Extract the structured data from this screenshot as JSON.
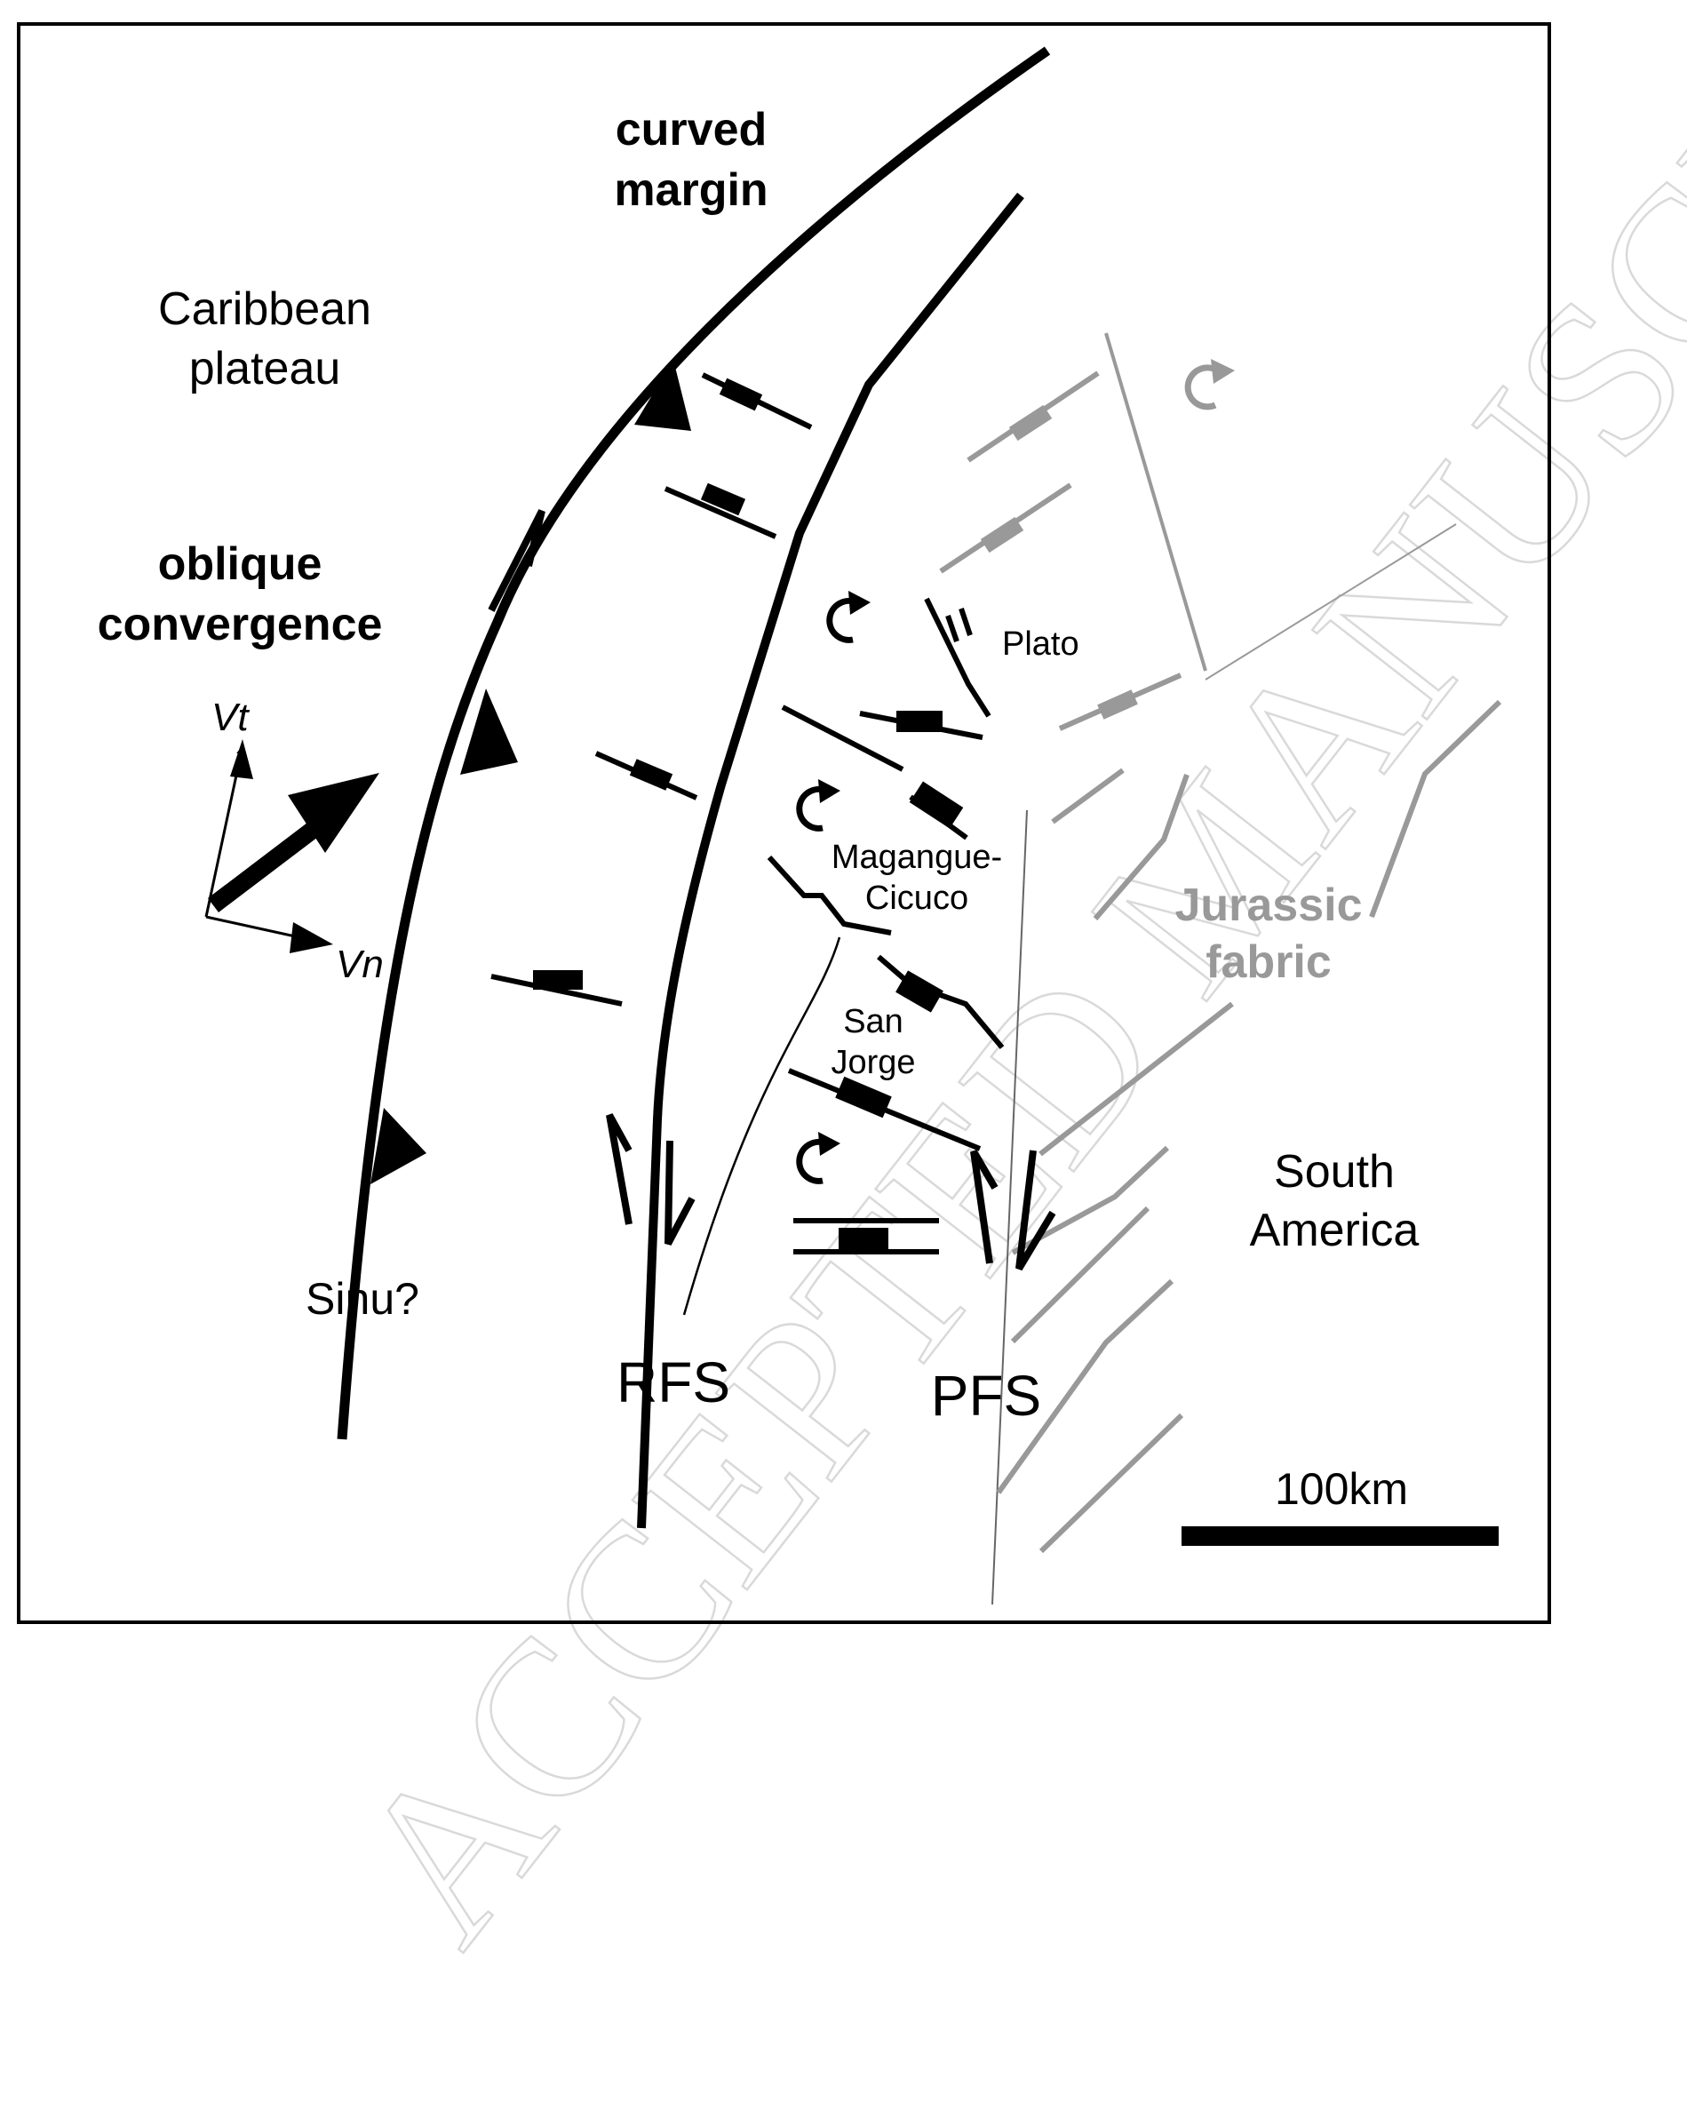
{
  "labels": {
    "curved_margin_1": "curved",
    "curved_margin_2": "margin",
    "caribbean_1": "Caribbean",
    "caribbean_2": "plateau",
    "oblique_1": "oblique",
    "oblique_2": "convergence",
    "vt": "Vt",
    "vn": "Vn",
    "plato": "Plato",
    "magangue_1": "Magangue-",
    "magangue_2": "Cicuco",
    "sanjorge_1": "San",
    "sanjorge_2": "Jorge",
    "jurassic_1": "Jurassic",
    "jurassic_2": "fabric",
    "south_america_1": "South",
    "south_america_2": "America",
    "sinu": "Sinu?",
    "rfs": "RFS",
    "pfs": "PFS",
    "scale": "100km",
    "watermark": "ACCEPTED MANUSCRIPT"
  },
  "colors": {
    "ink": "#000000",
    "jurassic_grey": "#999999",
    "watermark": "#d9d9d9"
  }
}
